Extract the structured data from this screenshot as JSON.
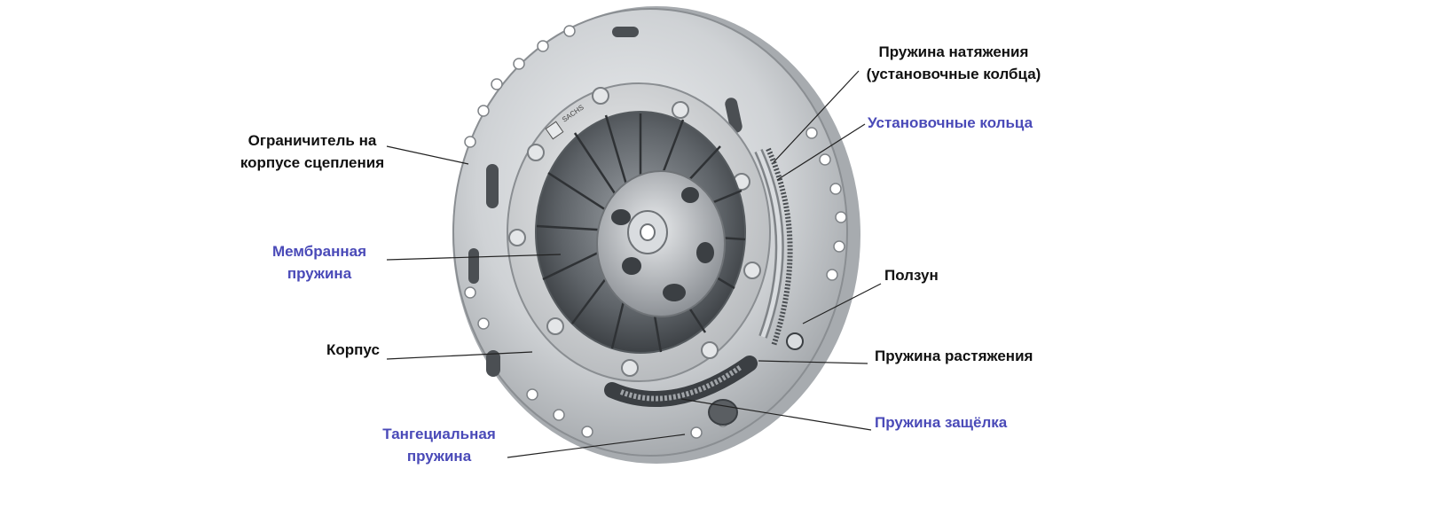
{
  "labels": {
    "limiter": [
      "Ограничитель на",
      "корпусе сцепления"
    ],
    "diaphragm": [
      "Мембранная",
      "пружина"
    ],
    "housing": [
      "Корпус"
    ],
    "tangential": [
      "Тангециальная",
      "пружина"
    ],
    "tension_spring": [
      "Пружина натяжения",
      "(установочные колбца)"
    ],
    "adjusting_rings": [
      "Установочные кольца"
    ],
    "slider": [
      "Ползун"
    ],
    "extension_spring": [
      "Пружина растяжения"
    ],
    "latch_spring": [
      "Пружина защёлка"
    ]
  },
  "colors": {
    "black_label": "#111111",
    "blue_label": "#4a4ab8",
    "leader_line": "#222222",
    "metal": "#c9cbcd",
    "metal_dark": "#8d9094"
  },
  "image": {
    "logo_text": "SACHS"
  }
}
